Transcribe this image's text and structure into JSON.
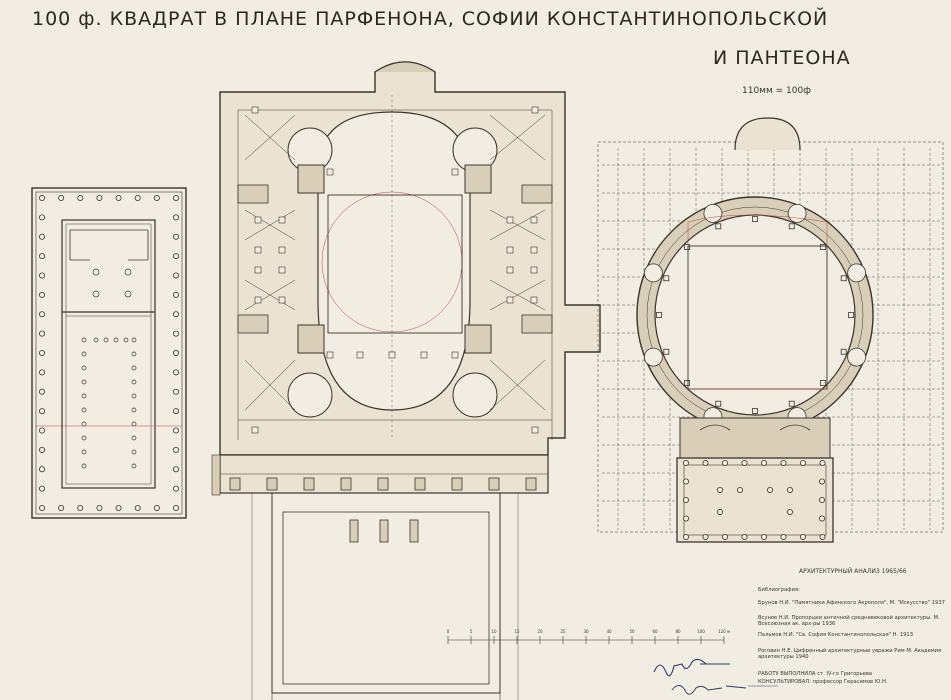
{
  "title": {
    "line1": "100 ф. КВАДРАТ В ПЛАНЕ ПАРФЕНОНА, СОФИИ КОНСТАНТИНОПОЛЬСКОЙ",
    "line2": "И ПАНТЕОНА"
  },
  "scale_note": "110мм = 100ф",
  "scale_bar": {
    "ticks": [
      "0",
      "5",
      "10",
      "15",
      "20",
      "25",
      "30",
      "40",
      "50",
      "60",
      "80",
      "100",
      "120 м"
    ]
  },
  "analysis_label": "АРХИТЕКТУРНЫЙ АНАЛИЗ 1965/66",
  "bibliography": {
    "heading": "Библиография:",
    "entries": [
      {
        "author": "Брунов Н.И.",
        "text": "\"Памятники Афинского Акрополя\", М. \"Искусство\" 1937"
      },
      {
        "author": "Всунов Н.И.",
        "text": "Пропорции античной средневековой архитектуры. М. Всесоюзная ак. арх-ры 1936"
      },
      {
        "author": "Пальмов Н.И.",
        "text": "\"Св. София Константинопольская\" Н. 1913"
      },
      {
        "author": "Роговин Н.Е.",
        "text": "Цифренный архитектурные увражи Рим М. Академия архитектуры 1940"
      }
    ]
  },
  "credits": {
    "line1": "РАБОТУ ВЫПОЛНИЛА   ст. IV-го Григорьева",
    "line2": "КОНСУЛЬТИРОВАЛ:  профессор Герасимов Ю.Н."
  },
  "colors": {
    "paper": "#f1ede3",
    "ink": "#3a342c",
    "wall_fill": "#d9cfb8",
    "red_square": "#c0413a",
    "signature_ink": "#2c3a6e"
  }
}
